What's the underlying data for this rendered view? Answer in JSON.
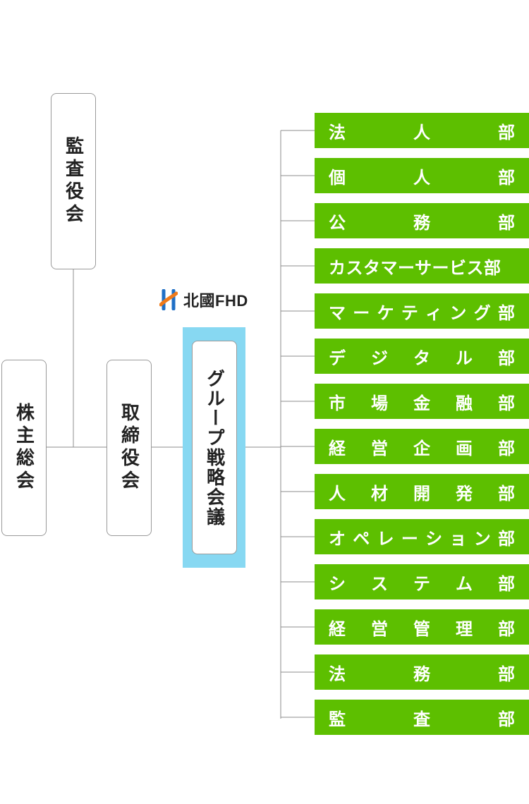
{
  "organization": {
    "shareholders": "株主総会",
    "audit_board": "監査役会",
    "board": "取締役会",
    "strategy_meeting": "グループ戦略会議",
    "logo_text": "北國FHD",
    "logo_colors": {
      "orange": "#f07a1a",
      "blue": "#1f6fc6"
    },
    "highlight_color": "#87d8f2",
    "dept_color": "#5dbf00",
    "departments": [
      {
        "chars": [
          "法",
          "人",
          "部"
        ]
      },
      {
        "chars": [
          "個",
          "人",
          "部"
        ]
      },
      {
        "chars": [
          "公",
          "務",
          "部"
        ]
      },
      {
        "chars": [
          "カスタマーサービス部"
        ]
      },
      {
        "chars": [
          "マ",
          "ー",
          "ケ",
          "テ",
          "ィ",
          "ン",
          "グ",
          "部"
        ]
      },
      {
        "chars": [
          "デ",
          "ジ",
          "タ",
          "ル",
          "部"
        ]
      },
      {
        "chars": [
          "市",
          "場",
          "金",
          "融",
          "部"
        ]
      },
      {
        "chars": [
          "経",
          "営",
          "企",
          "画",
          "部"
        ]
      },
      {
        "chars": [
          "人",
          "材",
          "開",
          "発",
          "部"
        ]
      },
      {
        "chars": [
          "オ",
          "ペ",
          "レ",
          "ー",
          "シ",
          "ョ",
          "ン",
          "部"
        ]
      },
      {
        "chars": [
          "シ",
          "ス",
          "テ",
          "ム",
          "部"
        ]
      },
      {
        "chars": [
          "経",
          "営",
          "管",
          "理",
          "部"
        ]
      },
      {
        "chars": [
          "法",
          "務",
          "部"
        ]
      },
      {
        "chars": [
          "監",
          "査",
          "部"
        ]
      }
    ]
  }
}
